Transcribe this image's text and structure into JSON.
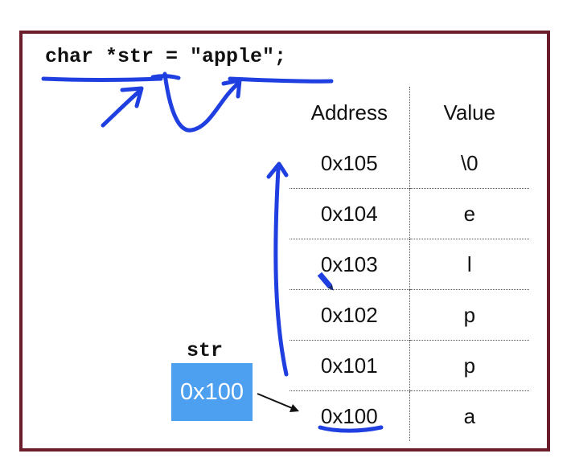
{
  "code": {
    "line": "char *str = \"apple\";"
  },
  "pointer": {
    "name": "str",
    "value": "0x100"
  },
  "table": {
    "headers": {
      "address": "Address",
      "value": "Value"
    },
    "rows": [
      {
        "address": "0x105",
        "value": "\\0"
      },
      {
        "address": "0x104",
        "value": "e"
      },
      {
        "address": "0x103",
        "value": "l"
      },
      {
        "address": "0x102",
        "value": "p"
      },
      {
        "address": "0x101",
        "value": "p"
      },
      {
        "address": "0x100",
        "value": "a"
      }
    ]
  },
  "colors": {
    "frame": "#6b1d2c",
    "pointer_box": "#4d9ff0",
    "annotation_ink": "#1f3fe0"
  },
  "icons": [
    "pen-cursor-icon"
  ]
}
